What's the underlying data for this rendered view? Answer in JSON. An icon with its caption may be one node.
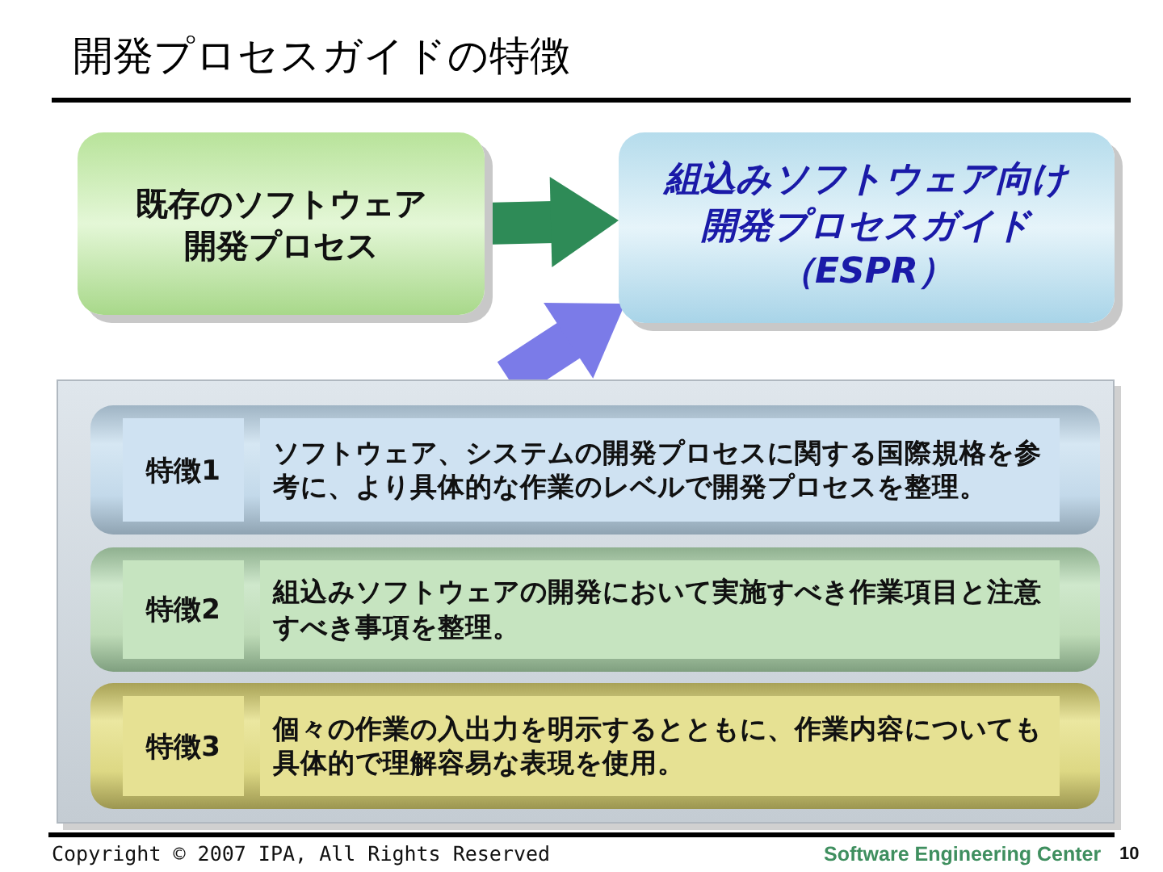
{
  "diagram": {
    "title": "開発プロセスガイドの特徴",
    "nodes": [
      {
        "text": [
          "既存のソフトウェア開発プロセス"
        ]
      },
      {
        "text": [
          "組込みソフトウェア向け開発プロセスガイド（ESPR）"
        ]
      },
      {
        "text": [],
        "shape": "box"
      },
      {
        "text": [
          "特徴1",
          "ソフトウェア、システムの開発プロセスに関する国際規格を参考に、より具体的な作業のレベルで開発プロセスを整理。"
        ],
        "in": 2
      },
      {
        "text": [
          "特徴2",
          "組込みソフトウェアの開発において実施すべき作業項目と注意すべき事項を整理。"
        ],
        "in": 2
      },
      {
        "text": [
          "特徴3",
          "個々の作業の入出力を明示するとともに、作業内容についても具体的で理解容易な表現を使用。"
        ],
        "in": 2
      }
    ],
    "edges": [
      {
        "from": 0,
        "to": 1,
        "arrow": "to"
      },
      {
        "from": 2,
        "to": 1,
        "arrow": "to",
        "color": "#7b7be8"
      }
    ],
    "labels": [
      "Copyright © 2007 IPA, All Rights Reserved",
      "Software Engineering Center",
      "10"
    ]
  }
}
